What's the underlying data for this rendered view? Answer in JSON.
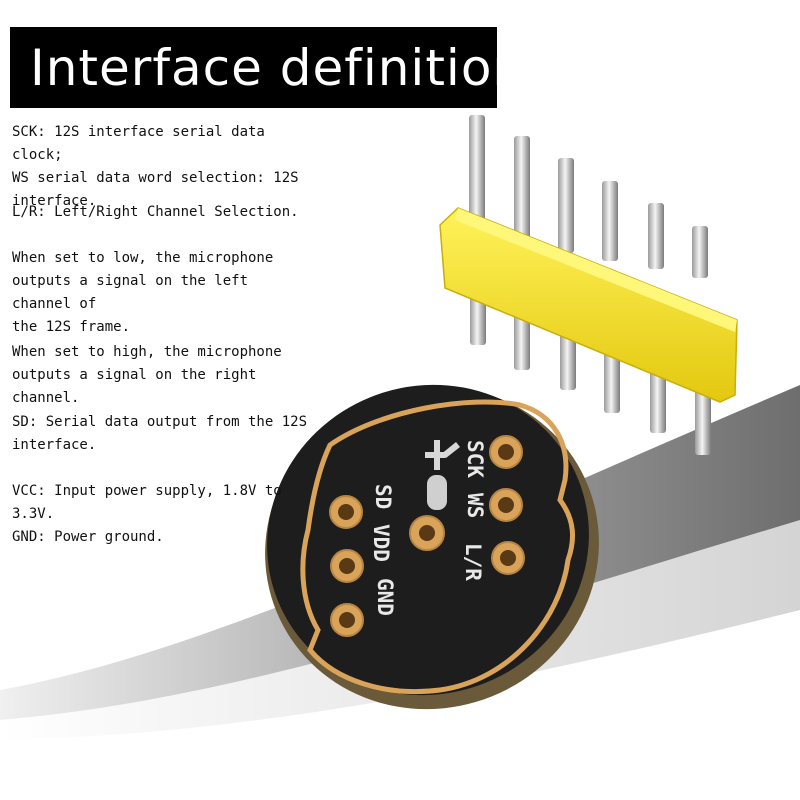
{
  "title": "Interface definition:",
  "descriptions": {
    "sck": "SCK: 12S interface serial data clock;\nWS serial data word selection: 12S\ninterface.",
    "lr": "L/R: Left/Right Channel Selection.",
    "low": "When set to low, the microphone\noutputs a signal on the left channel of\nthe 12S frame.",
    "high": "When set to high, the microphone\noutputs a signal on the right channel.",
    "sd": "SD: Serial data output from the 12S\ninterface.",
    "vcc": "VCC: Input power supply, 1.8V to 3.3V.",
    "gnd": "GND: Power ground."
  },
  "pcb_labels": {
    "sck": "SCK",
    "ws": "WS",
    "lr": "L/R",
    "sd": "SD",
    "vdd": "VDD",
    "gnd": "GND"
  },
  "colors": {
    "title_bg": "#000000",
    "title_text": "#ffffff",
    "pcb": "#1c1c1c",
    "gold": "#d9a35a",
    "header_plastic": "#f5e22a",
    "swoosh_dark": "#8a8a8a",
    "swoosh_light": "#d8d8d8"
  }
}
